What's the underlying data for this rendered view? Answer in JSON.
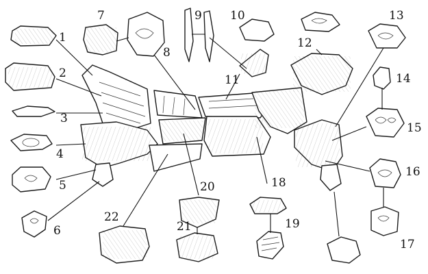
{
  "diagram": {
    "labels": [
      "1",
      "2",
      "3",
      "4",
      "5",
      "6",
      "7",
      "8",
      "9",
      "10",
      "11",
      "12",
      "13",
      "14",
      "15",
      "16",
      "17",
      "18",
      "19",
      "20",
      "21",
      "22"
    ]
  },
  "colors": {
    "ink": "#1a1a1a",
    "paper": "#ffffff"
  }
}
